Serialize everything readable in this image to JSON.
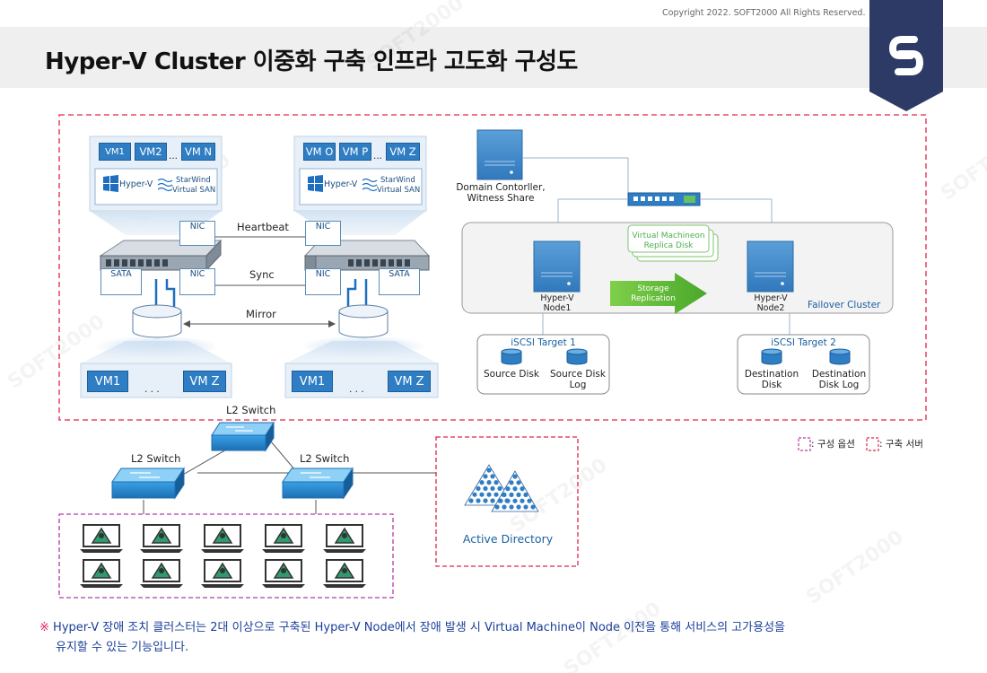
{
  "header": {
    "copyright": "Copyright 2022. SOFT2000 All Rights Reserved.",
    "title": "Hyper-V Cluster 이중화 구축 인프라 고도화 구성도",
    "watermark": "SOFT2000"
  },
  "left_cluster": {
    "host_left": {
      "vms": [
        "VM1",
        "VM2",
        "VM N"
      ],
      "ellipsis": "...",
      "hyperv_label": "Hyper-V",
      "starwind_line1": "StarWind",
      "starwind_line2": "Virtual SAN"
    },
    "host_right": {
      "vms": [
        "VM O",
        "VM P",
        "VM Z"
      ],
      "ellipsis": "...",
      "hyperv_label": "Hyper-V",
      "starwind_line1": "StarWind",
      "starwind_line2": "Virtual SAN"
    },
    "links": {
      "heartbeat": "Heartbeat",
      "sync": "Sync",
      "mirror": "Mirror"
    },
    "nic_label": "NIC",
    "sata_label": "SATA",
    "bottom_left_vms": [
      "VM1",
      "VM Z"
    ],
    "bottom_right_vms": [
      "VM1",
      "VM Z"
    ],
    "bottom_ellipsis": ". . ."
  },
  "right_cluster": {
    "domain_controller": {
      "line1": "Domain Contorller,",
      "line2": "Witness Share"
    },
    "replica_disk": {
      "line1": "Virtual Machineon",
      "line2": "Replica Disk"
    },
    "node1": {
      "line1": "Hyper-V",
      "line2": "Node1"
    },
    "node2": {
      "line1": "Hyper-V",
      "line2": "Node2"
    },
    "storage_replication": {
      "line1": "Storage",
      "line2": "Replication"
    },
    "failover_cluster": "Failover Cluster",
    "target1": {
      "title": "iSCSI Target 1",
      "disk1": "Source Disk",
      "disk2_line1": "Source Disk",
      "disk2_line2": "Log"
    },
    "target2": {
      "title": "iSCSI Target 2",
      "disk1_line1": "Destination",
      "disk1_line2": "Disk",
      "disk2_line1": "Destination",
      "disk2_line2": "Disk Log"
    }
  },
  "network": {
    "switch_top": "L2 Switch",
    "switch_left": "L2 Switch",
    "switch_right": "L2 Switch",
    "active_directory": "Active Directory"
  },
  "legend": {
    "option_label": ": 구성 옵션",
    "server_label": ": 구축 서버",
    "option_color": "#b23aa8",
    "server_color": "#e0244b"
  },
  "colors": {
    "accent_blue": "#2f7ec4",
    "logo_navy": "#2d3a66",
    "note_blue": "#1a3f9a"
  },
  "note": {
    "mark": "※",
    "line1": "Hyper-V 장애 조치 클러스터는 2대 이상으로 구축된 Hyper-V Node에서 장애 발생 시 Virtual Machine이 Node 이전을 통해 서비스의 고가용성을",
    "line2": "유지할 수 있는 기능입니다."
  }
}
